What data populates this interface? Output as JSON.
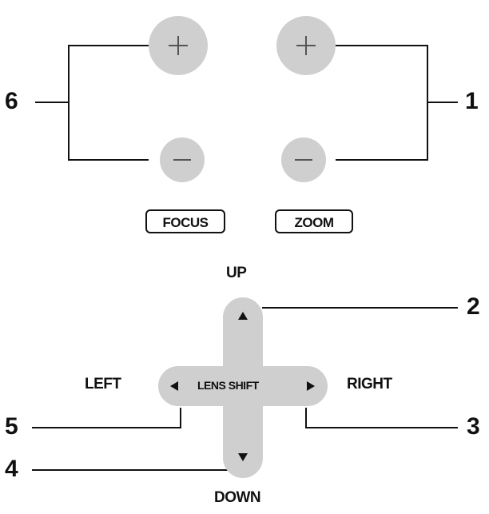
{
  "callouts": {
    "c1": "1",
    "c2": "2",
    "c3": "3",
    "c4": "4",
    "c5": "5",
    "c6": "6"
  },
  "captions": {
    "focus": "FOCUS",
    "zoom": "ZOOM"
  },
  "directions": {
    "up": "UP",
    "down": "DOWN",
    "left": "LEFT",
    "right": "RIGHT"
  },
  "lens_shift": {
    "label": "LENS SHIFT"
  },
  "colors": {
    "button_fill": "#cfcfcf",
    "ink": "#111111",
    "glyph": "#555555"
  },
  "icons": {
    "focus_plus": "plus-icon",
    "focus_minus": "minus-icon",
    "zoom_plus": "plus-icon",
    "zoom_minus": "minus-icon",
    "up": "arrow-up-icon",
    "down": "arrow-down-icon",
    "left": "arrow-left-icon",
    "right": "arrow-right-icon"
  }
}
